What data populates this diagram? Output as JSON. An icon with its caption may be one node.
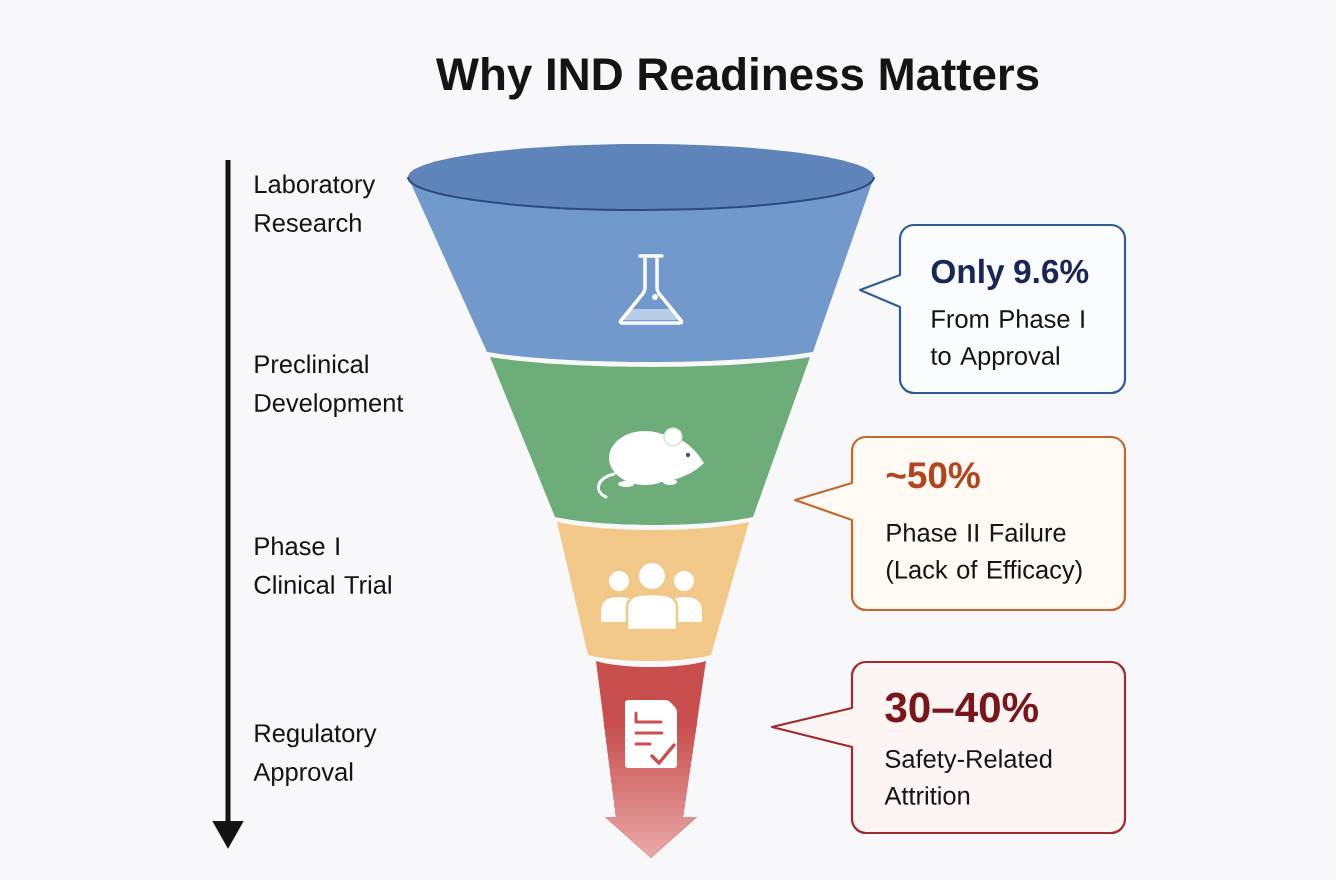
{
  "diagram": {
    "title": "Why IND Readiness Matters",
    "nodes": [
      {
        "text": [
          "Only 9.6%",
          "From Phase I to Approval"
        ]
      },
      {
        "text": [
          "~50%",
          "Phase II Failure (Lack of Efficacy)"
        ]
      },
      {
        "text": [
          "30–40%",
          "Safety-Related Attrition"
        ]
      }
    ],
    "labels": [
      "Laboratory Research",
      "Preclinical Development",
      "Phase I Clinical Trial",
      "Regulatory Approval"
    ]
  }
}
